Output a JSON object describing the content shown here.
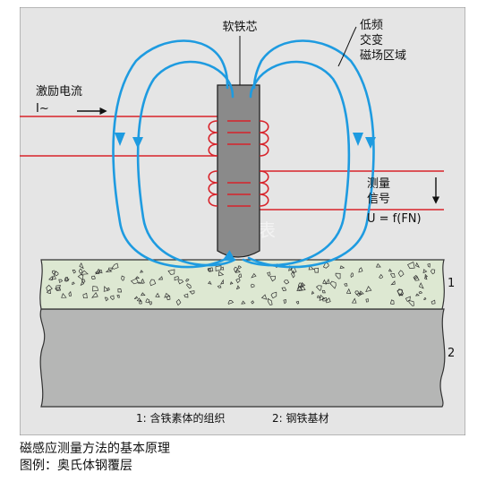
{
  "diagram": {
    "labels": {
      "core": "软铁芯",
      "field_region": [
        "低频",
        "交变",
        "磁场区域"
      ],
      "excitation": "激励电流",
      "current_symbol": "I~",
      "signal": [
        "测量",
        "信号"
      ],
      "formula": "U = f(FN)",
      "layer1_num": "1",
      "layer2_num": "2",
      "watermark": "仪表"
    },
    "legend": {
      "item1": "1:  含铁素体的组织",
      "item2": "2:  钢铁基材"
    },
    "colors": {
      "field_lines": "#1e9be0",
      "wires": "#d8232a",
      "core": "#8a8a8a",
      "coating": "#dde8d2",
      "substrate": "#b5b6b5",
      "frame": "#e5e5e5"
    }
  },
  "caption": {
    "line1": "磁感应测量方法的基本原理",
    "line2": "图例：奥氏体钢覆层"
  }
}
